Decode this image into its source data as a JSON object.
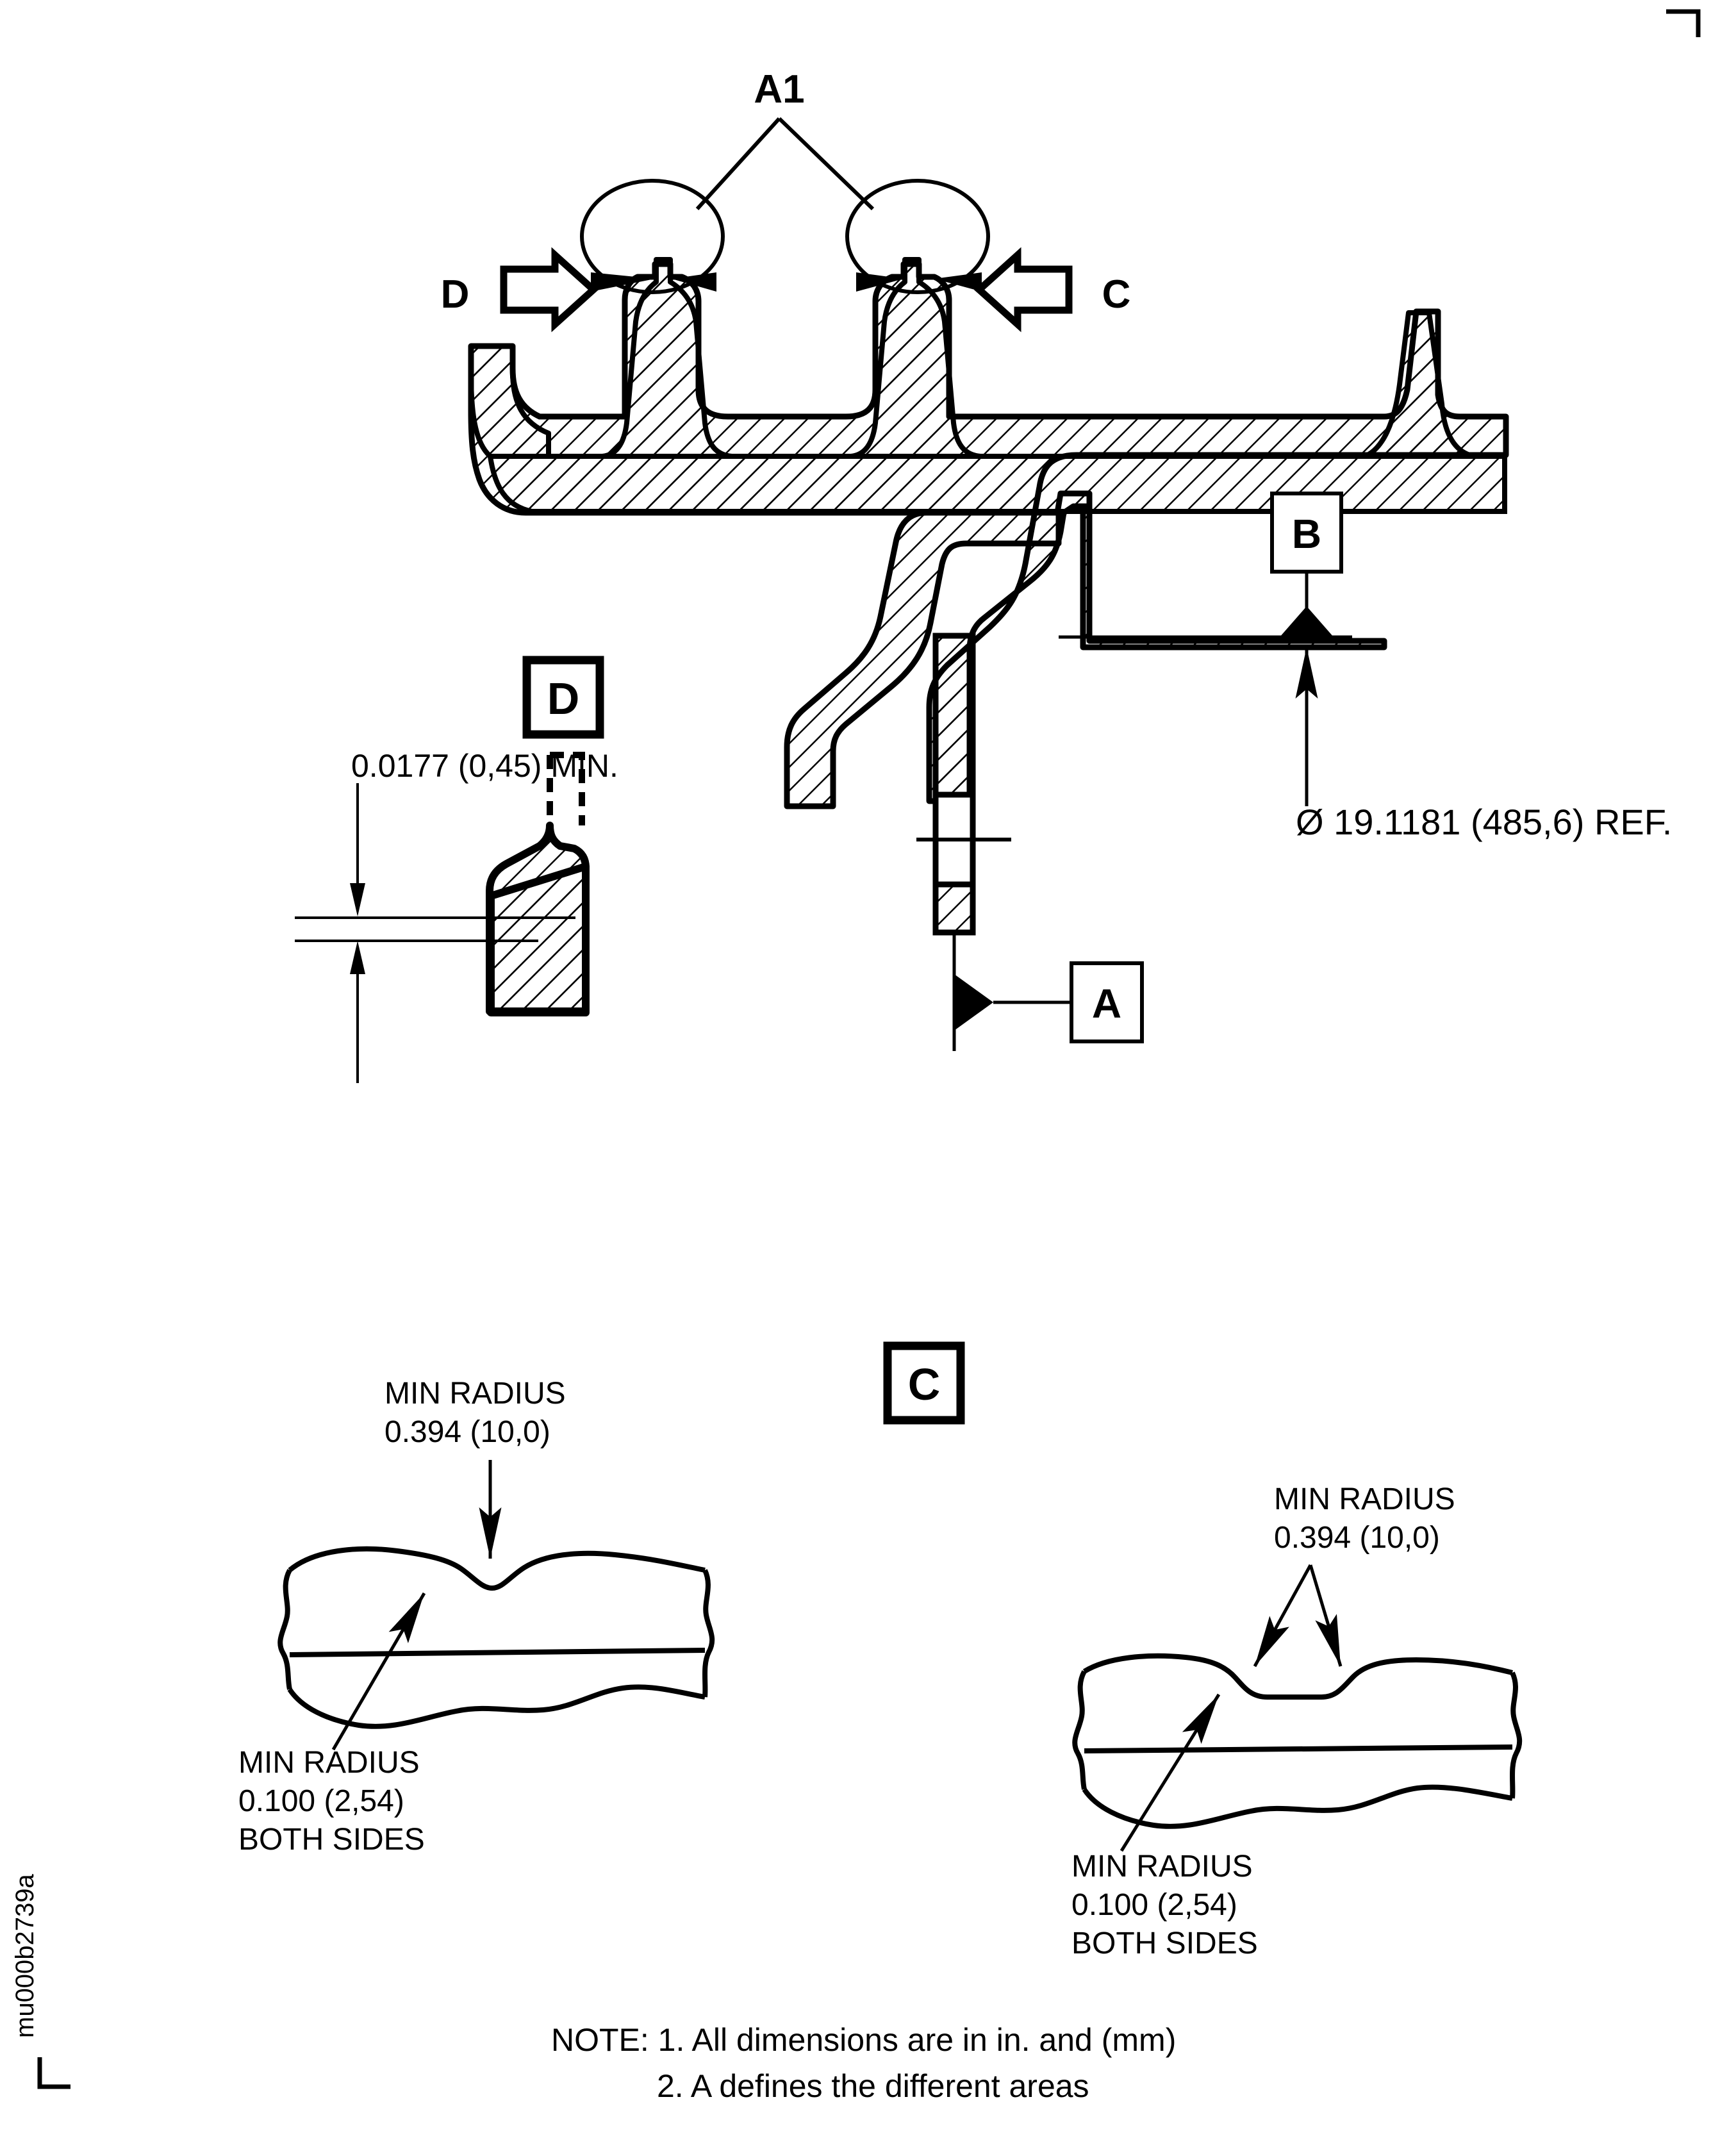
{
  "sheet": {
    "drawing_id": "mu000b2739a",
    "corner_marks": [
      "top-right",
      "bottom-left"
    ]
  },
  "main_view": {
    "callout_a1": "A1",
    "view_arrow_left": "D",
    "view_arrow_right": "C"
  },
  "datums": {
    "a": "A",
    "b": "B",
    "c": "C",
    "d": "D"
  },
  "dimensions": {
    "diameter_ref": "Ø 19.1181 (485,6) REF.",
    "detail_d_min": "0.0177 (0,45) MIN."
  },
  "detail_left": {
    "top_label_line1": "MIN RADIUS",
    "top_label_line2": "0.394 (10,0)",
    "bottom_label_line1": "MIN RADIUS",
    "bottom_label_line2": "0.100 (2,54)",
    "bottom_label_line3": "BOTH SIDES"
  },
  "detail_right": {
    "top_label_line1": "MIN RADIUS",
    "top_label_line2": "0.394 (10,0)",
    "bottom_label_line1": "MIN RADIUS",
    "bottom_label_line2": "0.100 (2,54)",
    "bottom_label_line3": "BOTH SIDES"
  },
  "notes": {
    "line1": "NOTE: 1. All dimensions are in in. and (mm)",
    "line2": "2. A defines the different areas"
  },
  "colors": {
    "ink": "#000000",
    "paper": "#ffffff"
  }
}
